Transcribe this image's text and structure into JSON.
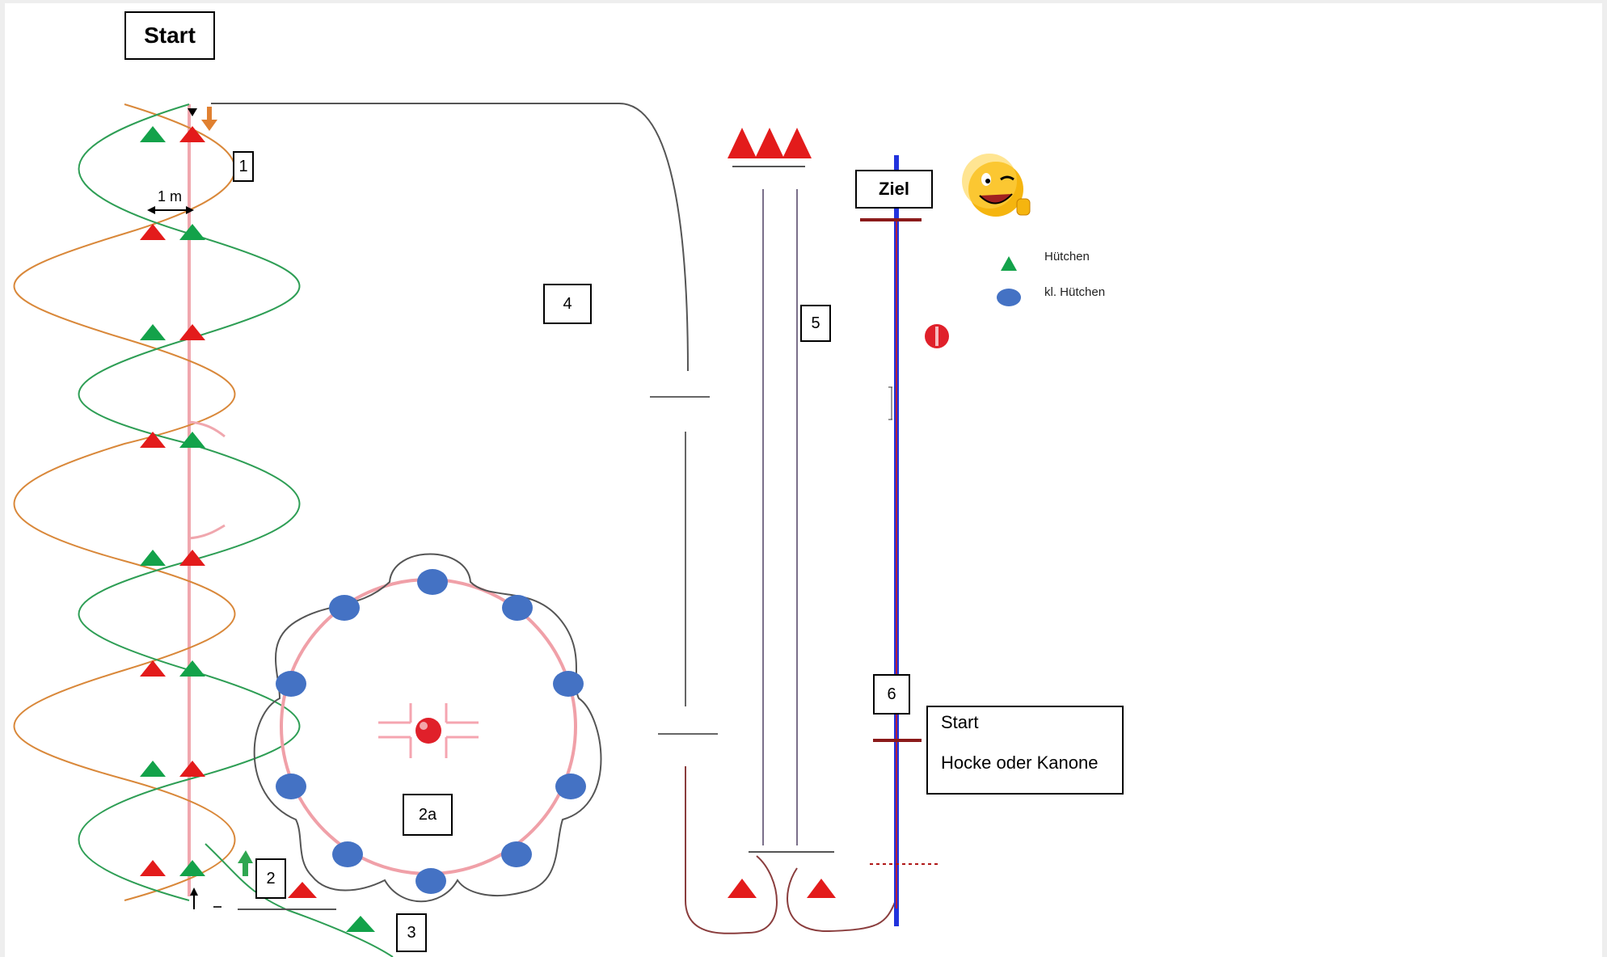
{
  "labels": {
    "start_top": "Start",
    "ziel": "Ziel",
    "station_1": "1",
    "station_2": "2",
    "station_2a": "2a",
    "station_3": "3",
    "station_4": "4",
    "station_5": "5",
    "station_6": "6",
    "distance": "1 m",
    "start_box_line1": "Start",
    "start_box_line2": "Hocke oder Kanone"
  },
  "legend": {
    "items": [
      {
        "label": "Hütchen",
        "icon": "green-triangle-icon"
      },
      {
        "label": "kl. Hütchen",
        "icon": "blue-dot-icon"
      }
    ]
  },
  "colors": {
    "red_cone": "#e31b1b",
    "green_cone": "#13a24a",
    "small_cone": "#4472c4",
    "path_green": "#2e9e55",
    "path_orange": "#d9883a",
    "pink_line": "#f0a7ae",
    "blue_line": "#2233dd"
  }
}
